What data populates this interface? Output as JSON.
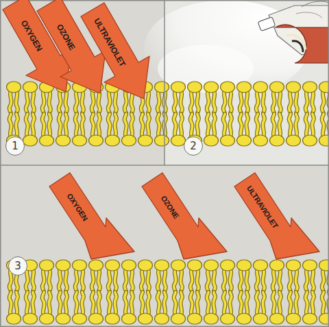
{
  "diagram": {
    "nodes": [
      {
        "text": [
          "OXYGEN"
        ]
      },
      {
        "text": [
          "OZONE"
        ]
      },
      {
        "text": [
          "ULTRAVIOLET"
        ]
      },
      {
        "text": [
          "1"
        ]
      },
      {
        "text": [
          "2"
        ]
      },
      {
        "text": [
          "OXYGEN"
        ]
      },
      {
        "text": [
          "OZONE"
        ]
      },
      {
        "text": [
          "ULTRAVIOLET"
        ]
      },
      {
        "text": [
          "3"
        ]
      }
    ],
    "edges": []
  }
}
